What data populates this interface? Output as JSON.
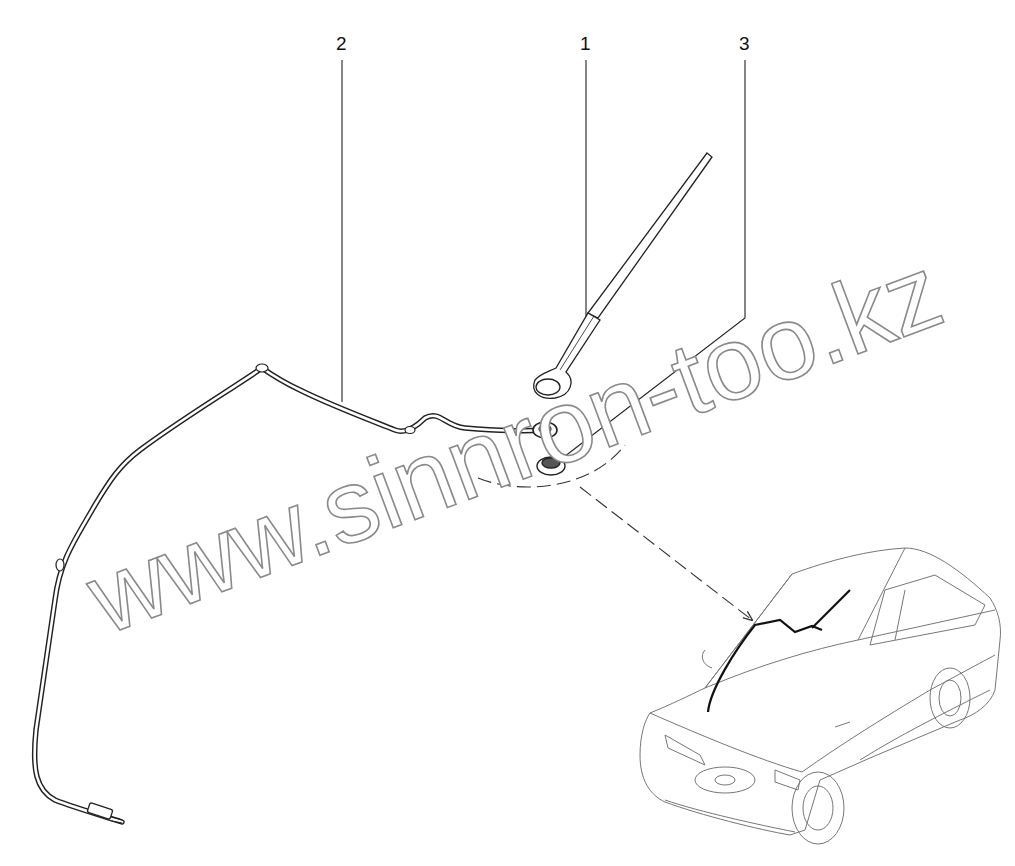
{
  "diagram": {
    "labels": [
      "2",
      "1",
      "3",
      "www.sinnron-too.kz"
    ]
  }
}
